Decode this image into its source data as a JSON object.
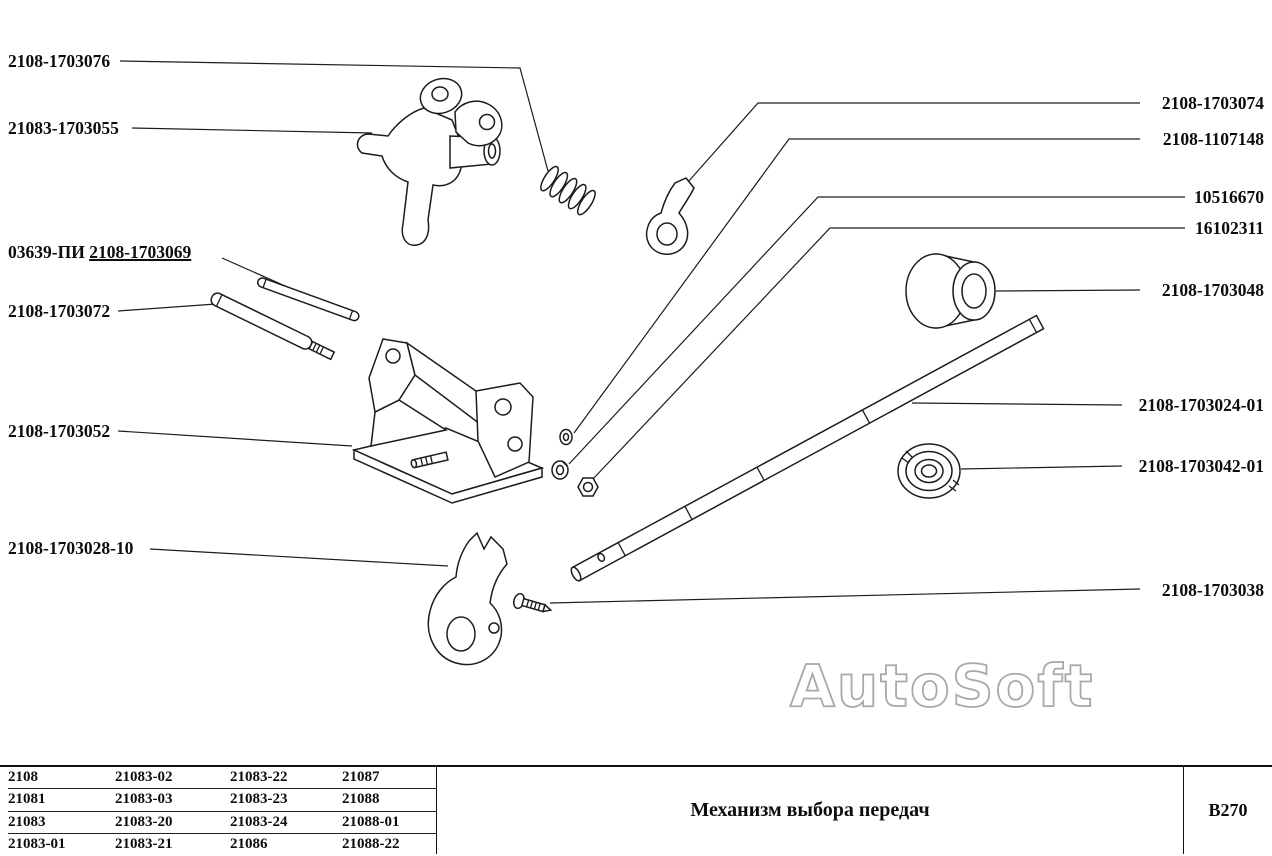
{
  "watermark": "AutoSoft",
  "callouts": {
    "left": [
      {
        "text": "2108-1703076"
      },
      {
        "text": "21083-1703055"
      },
      {
        "prefix": "03639-ПИ",
        "text": "2108-1703069"
      },
      {
        "text": "2108-1703072"
      },
      {
        "text": "2108-1703052"
      },
      {
        "text": "2108-1703028-10"
      }
    ],
    "right": [
      {
        "text": "2108-1703074"
      },
      {
        "text": "2108-1107148"
      },
      {
        "text": "10516670"
      },
      {
        "text": "16102311"
      },
      {
        "text": "2108-1703048"
      },
      {
        "text": "2108-1703024-01"
      },
      {
        "text": "2108-1703042-01"
      },
      {
        "text": "2108-1703038"
      }
    ]
  },
  "footer": {
    "models": [
      [
        "2108",
        "21083-02",
        "21083-22",
        "21087"
      ],
      [
        "21081",
        "21083-03",
        "21083-23",
        "21088"
      ],
      [
        "21083",
        "21083-20",
        "21083-24",
        "21088-01"
      ],
      [
        "21083-01",
        "21083-21",
        "21086",
        "21088-22"
      ]
    ],
    "title": "Механизм выбора передач",
    "code": "B270"
  }
}
